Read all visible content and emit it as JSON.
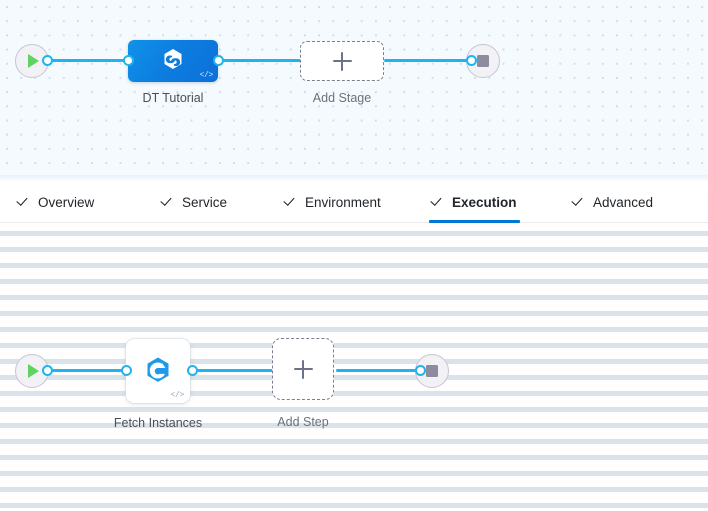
{
  "stage_canvas": {
    "name": "pipeline-stage-canvas",
    "start_node": {
      "icon": "play-icon",
      "label": ""
    },
    "stage_node": {
      "icon": "harness-hexagon-icon",
      "badge_icon": "code-icon",
      "badge_label": "</>",
      "label": "DT Tutorial"
    },
    "add_stage": {
      "icon": "plus-icon",
      "label": "Add Stage"
    },
    "end_node": {
      "icon": "stop-icon",
      "label": ""
    }
  },
  "tabs": {
    "name": "stage-config-tabs",
    "items": [
      {
        "label": "Overview",
        "icon": "check-icon",
        "active": false
      },
      {
        "label": "Service",
        "icon": "check-icon",
        "active": false
      },
      {
        "label": "Environment",
        "icon": "check-icon",
        "active": false
      },
      {
        "label": "Execution",
        "icon": "check-icon",
        "active": true
      },
      {
        "label": "Advanced",
        "icon": "check-icon",
        "active": false
      }
    ]
  },
  "step_canvas": {
    "name": "execution-step-canvas",
    "start_node": {
      "icon": "play-icon",
      "label": ""
    },
    "step_node": {
      "icon": "fetch-instances-hexagon-icon",
      "badge_icon": "code-icon",
      "badge_label": "</>",
      "label": "Fetch Instances"
    },
    "add_step": {
      "icon": "plus-icon",
      "label": "Add Step"
    },
    "end_node": {
      "icon": "stop-icon",
      "label": ""
    }
  },
  "colors": {
    "accent_blue": "#0278d5",
    "pipe_blue": "#1fb4f0",
    "stage_blue": "#0d7ee0",
    "play_green": "#5fd35f",
    "stop_gray": "#8c8c9e",
    "canvas_top_bg": "#f4fafd",
    "canvas_bottom_bg": "#ffffff"
  }
}
